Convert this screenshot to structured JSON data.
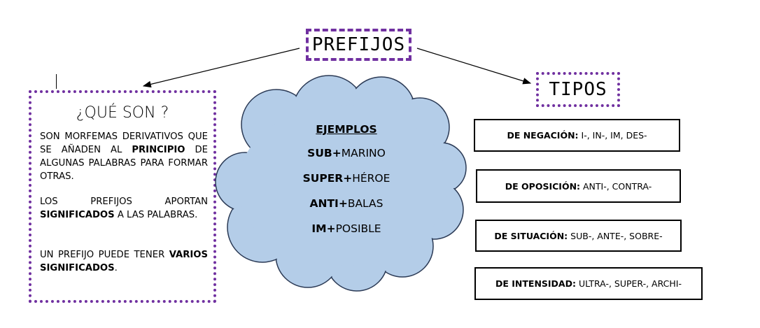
{
  "title": "PREFIJOS",
  "tipos_title": "TIPOS",
  "que_son": {
    "title": "¿QUÉ SON ?",
    "p1_text": "SON MORFEMAS DERIVATIVOS QUE SE AÑADEN AL ",
    "p1_bold": "PRINCIPIO",
    "p1_end": " DE ALGUNAS PALABRAS PARA FORMAR OTRAS.",
    "p2_text": "LOS PREFIJOS APORTAN ",
    "p2_bold": "SIGNIFICADOS",
    "p2_end": " A LAS PALABRAS.",
    "p3_text": "UN PREFIJO PUEDE TENER ",
    "p3_bold": "VARIOS SIGNIFICADOS",
    "p3_end": "."
  },
  "ejemplos": {
    "title": "EJEMPLOS",
    "items": [
      {
        "prefix": "SUB+",
        "word": "MARINO"
      },
      {
        "prefix": "SUPER+",
        "word": "HÉROE"
      },
      {
        "prefix": "ANTI+",
        "word": "BALAS"
      },
      {
        "prefix": "IM+",
        "word": "POSIBLE"
      }
    ]
  },
  "tipos": [
    {
      "label": "DE NEGACIÓN:",
      "value": " I-, IN-, IM, DES-"
    },
    {
      "label": "DE OPOSICIÓN:",
      "value": " ANTI-, CONTRA-"
    },
    {
      "label": "DE SITUACIÓN:",
      "value": " SUB-, ANTE-, SOBRE-"
    },
    {
      "label": "DE INTENSIDAD:",
      "value": " ULTRA-, SUPER-, ARCHI-"
    }
  ],
  "colors": {
    "accent_border": "#7030a0",
    "cloud_fill": "#b4cde8",
    "cloud_stroke": "#2b3a55"
  }
}
